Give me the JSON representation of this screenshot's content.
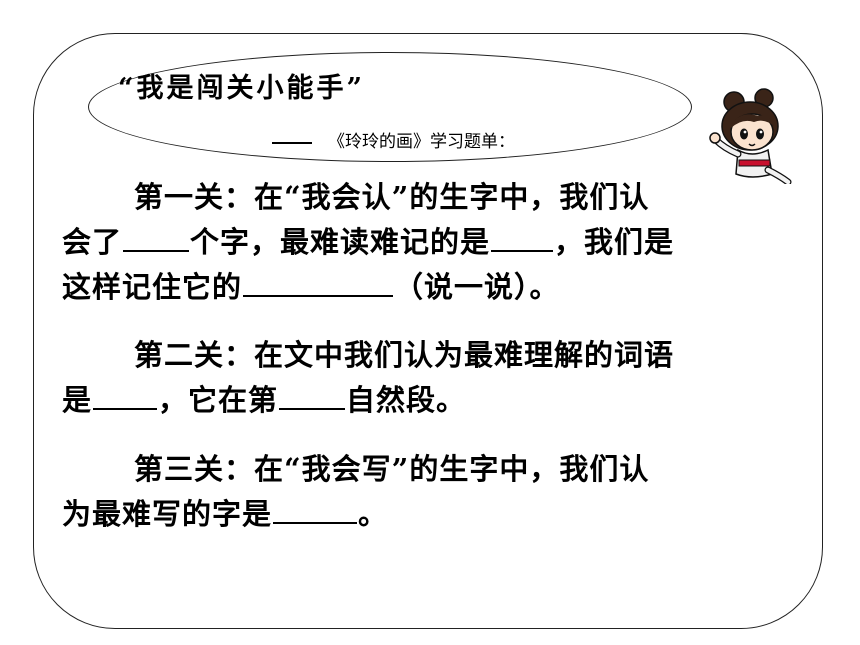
{
  "header": {
    "title": "“我是闯关小能手”",
    "subtitle": "《玲玲的画》学习题单："
  },
  "levels": [
    {
      "lines": [
        [
          "第一关：在“我会认”的生字中，我们认"
        ],
        [
          "会了",
          "____",
          "个字，最难读难记的是",
          "____",
          "，我们是"
        ],
        [
          "这样记住它的",
          "_________",
          "（说一说）。"
        ]
      ]
    },
    {
      "lines": [
        [
          "第二关：在文中我们认为最难理解的词语"
        ],
        [
          "是",
          "____",
          "，它在第",
          "____",
          "自然段。"
        ]
      ]
    },
    {
      "lines": [
        [
          "第三关：在“我会写”的生字中，我们认"
        ],
        [
          "为最难写的字是",
          "_____",
          "。"
        ]
      ]
    }
  ],
  "mascot": {
    "icon": "cartoon-girl-icon",
    "colors": {
      "hair": "#3a2418",
      "skin": "#fbe3cf",
      "cloth": "#f2f2f2",
      "belt": "#c8102e"
    }
  }
}
